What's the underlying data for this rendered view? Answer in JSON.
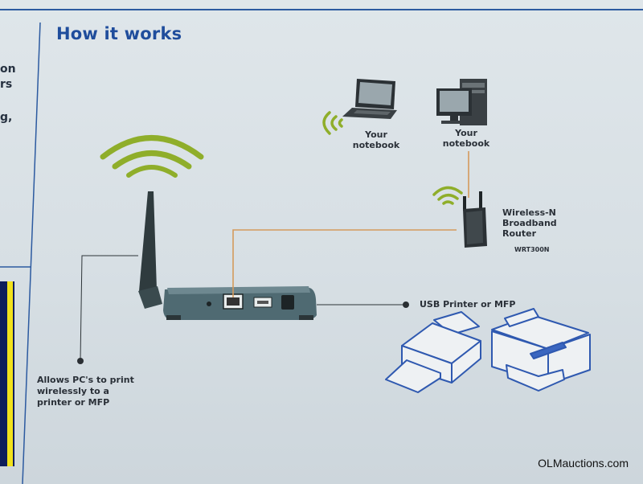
{
  "title": "How it works",
  "left_fragments": [
    "on",
    "rs",
    "g,"
  ],
  "labels": {
    "notebook1": [
      "Your",
      "notebook"
    ],
    "notebook2": [
      "Your",
      "notebook"
    ],
    "router": [
      "Wireless-N",
      "Broadband",
      "Router"
    ],
    "router_model": "WRT300N",
    "usb": "USB Printer or MFP",
    "allows": [
      "Allows PC's to print",
      "wirelessly to a",
      "printer or MFP"
    ]
  },
  "watermark": "OLMauctions.com",
  "colors": {
    "title": "#1f4d9c",
    "wifi_arcs": "#8fae2a",
    "device_body": "#4f6a72",
    "cable": "#d49a5c",
    "frame_line": "#2c5aa0",
    "printer_line": "#2f59b0"
  }
}
